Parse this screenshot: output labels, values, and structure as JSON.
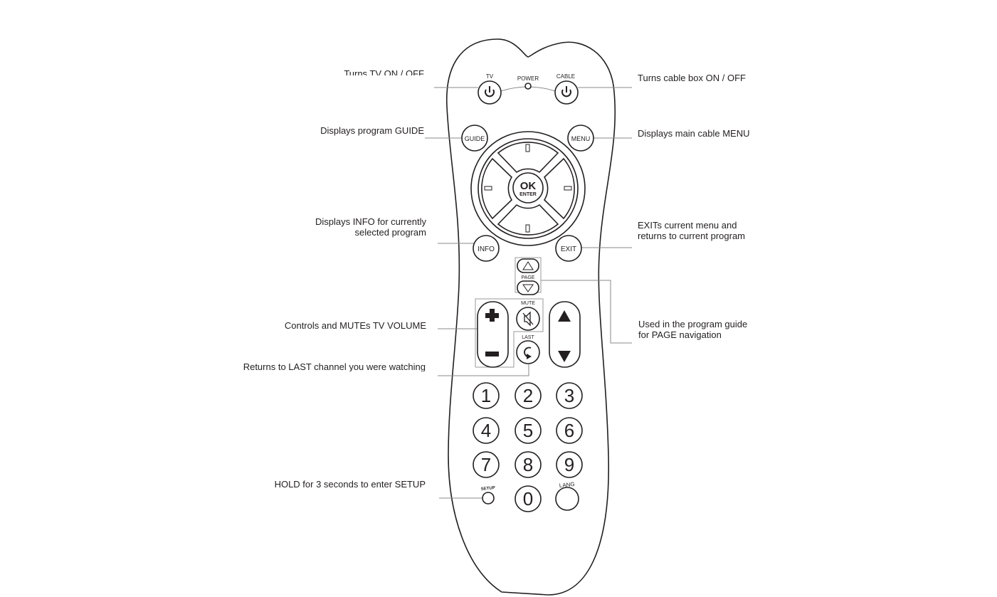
{
  "callouts": {
    "tv_power": "Turns TV ON / OFF",
    "cable_power": "Turns cable box ON / OFF",
    "guide": "Displays program GUIDE",
    "menu": "Displays main cable MENU",
    "info_line1": "Displays INFO for currently",
    "info_line2": "selected program",
    "exit_line1": "EXITs current menu and",
    "exit_line2": "returns to current program",
    "volume": "Controls and MUTEs TV VOLUME",
    "page_line1": "Used in the program guide",
    "page_line2": "for PAGE navigation",
    "last": "Returns to LAST channel you were watching",
    "setup": "HOLD for 3 seconds to enter SETUP"
  },
  "remote": {
    "tv_label": "TV",
    "power_label": "POWER",
    "cable_label": "CABLE",
    "guide_label": "GUIDE",
    "menu_label": "MENU",
    "ok_label": "OK",
    "enter_label": "ENTER",
    "info_label": "INFO",
    "exit_label": "EXIT",
    "page_label": "PAGE",
    "mute_label": "MUTE",
    "last_label": "LAST",
    "setup_label": "SETUP",
    "lang_label": "LANG",
    "digits": [
      "1",
      "2",
      "3",
      "4",
      "5",
      "6",
      "7",
      "8",
      "9",
      "0"
    ]
  },
  "icons": [
    "power-icon",
    "mute-icon",
    "last-channel-icon",
    "volume-plus-icon",
    "volume-minus-icon",
    "channel-up-icon",
    "channel-down-icon",
    "page-up-icon",
    "page-down-icon"
  ]
}
